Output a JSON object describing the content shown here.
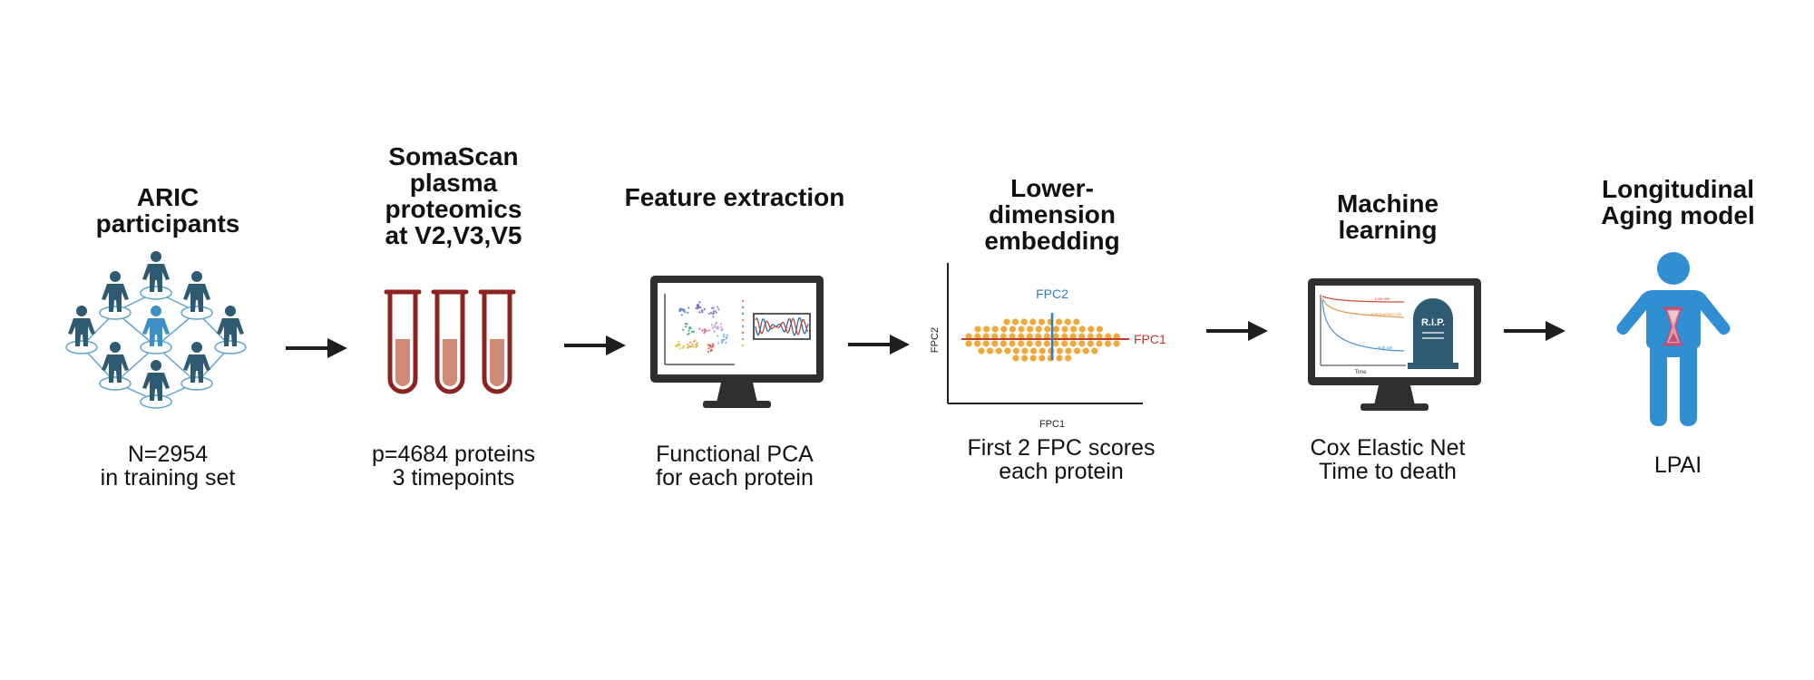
{
  "steps": [
    {
      "title_lines": [
        "ARIC",
        "participants"
      ],
      "caption_lines": [
        "N=2954",
        "in training set"
      ]
    },
    {
      "title_lines": [
        "SomaScan",
        "plasma",
        "proteomics",
        "at V2,V3,V5"
      ],
      "caption_lines": [
        "p=4684 proteins",
        "3 timepoints"
      ]
    },
    {
      "title_lines": [
        "Feature extraction"
      ],
      "caption_lines": [
        "Functional PCA",
        "for each protein"
      ]
    },
    {
      "title_lines": [
        "Lower-",
        "dimension",
        "embedding"
      ],
      "caption_lines": [
        "First 2 FPC scores",
        "each protein"
      ]
    },
    {
      "title_lines": [
        "Machine",
        "learning"
      ],
      "caption_lines": [
        "Cox Elastic Net",
        "Time to death"
      ]
    },
    {
      "title_lines": [
        "Longitudinal",
        "Aging model"
      ],
      "caption_lines": [
        "LPAI"
      ]
    }
  ],
  "embedding_plot": {
    "xlabel": "FPC1",
    "ylabel": "FPC2",
    "fpc1_label": "FPC1",
    "fpc2_label": "FPC2"
  },
  "survival_plot": {
    "xlabel": "Time",
    "curve_labels": [
      "Low risk",
      "Intermediate risk",
      "High risk"
    ]
  },
  "tombstone_text": "R.I.P.",
  "colors": {
    "people_dark": "#2e5a72",
    "people_highlight": "#3f8fc7",
    "network_line": "#5fa3d3",
    "tube_outline": "#8b2420",
    "tube_fill": "#cf8a76",
    "monitor": "#2f2f2f",
    "arrow": "#1e1e1e",
    "fpc1_red": "#c0392b",
    "fpc2_blue": "#2e7fc1",
    "dots_orange": "#f0a83a",
    "lpai_blue": "#2f8fd0",
    "hourglass": "#c0507a"
  }
}
